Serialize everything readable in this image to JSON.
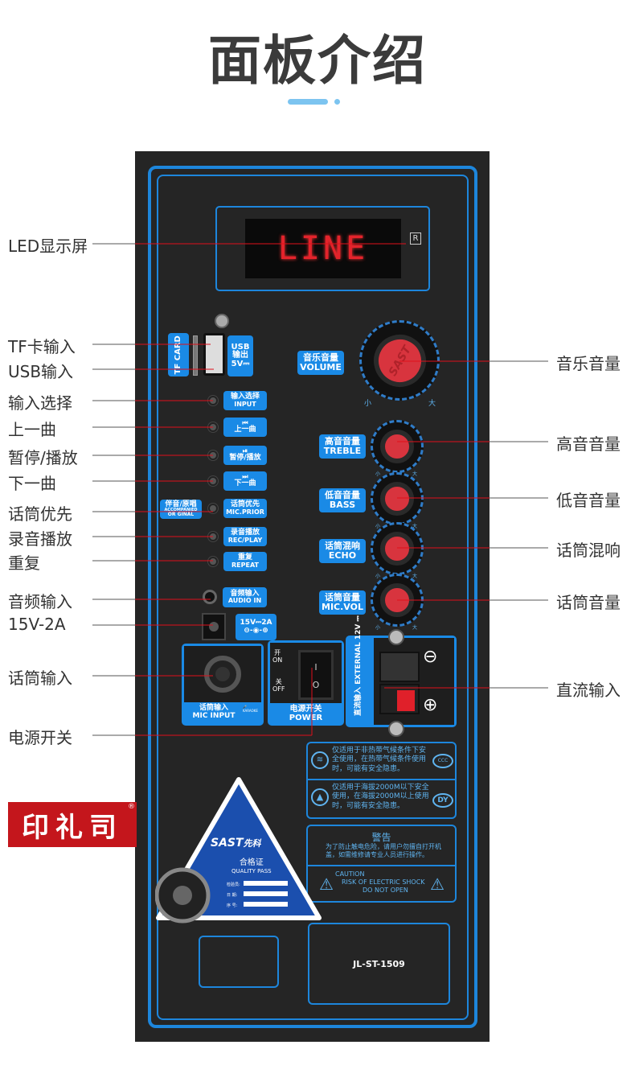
{
  "title": "面板介绍",
  "display": {
    "text": "LINE",
    "badge": "R"
  },
  "left_labels": [
    "LED显示屏",
    "TF卡输入",
    "USB输入",
    "输入选择",
    "上一曲",
    "暂停/播放",
    "下一曲",
    "话筒优先",
    "录音播放",
    "重复",
    "音频输入",
    "15V-2A",
    "话筒输入",
    "电源开关"
  ],
  "right_labels": [
    "音乐音量",
    "高音音量",
    "低音音量",
    "话筒混响",
    "话筒音量",
    "直流输入"
  ],
  "panel": {
    "tf_card": "TF CARD",
    "usb": {
      "l1": "USB",
      "l2": "输出",
      "l3": "5V⎓"
    },
    "buttons": [
      {
        "icon": "",
        "cn": "输入选择",
        "en": "INPUT"
      },
      {
        "icon": "⏮",
        "cn": "上一曲",
        "en": ""
      },
      {
        "icon": "⏯",
        "cn": "暂停/播放",
        "en": ""
      },
      {
        "icon": "⏭",
        "cn": "下一曲",
        "en": ""
      },
      {
        "icon": "",
        "cn": "话筒优先",
        "en": "MIC.PRIOR"
      },
      {
        "icon": "",
        "cn": "录音播放",
        "en": "REC/PLAY"
      },
      {
        "icon": "",
        "cn": "重复",
        "en": "REPEAT"
      }
    ],
    "accompanied": {
      "cn": "伴音/原唱",
      "en1": "ACCOMPANIED",
      "en2": "OR GINAL"
    },
    "audio_in": {
      "cn": "音频输入",
      "en": "AUDIO IN"
    },
    "dc_jack": {
      "rating": "15V⎓2A",
      "polarity": "⊖-◉-⊕"
    },
    "knobs": [
      {
        "cn": "音乐音量",
        "en": "VOLUME",
        "min": "小",
        "max": "大",
        "brand": "SAST"
      },
      {
        "cn": "高音音量",
        "en": "TREBLE",
        "min": "小",
        "max": "大"
      },
      {
        "cn": "低音音量",
        "en": "BASS",
        "min": "小",
        "max": "大"
      },
      {
        "cn": "话筒混响",
        "en": "ECHO",
        "min": "小",
        "max": "大"
      },
      {
        "cn": "话筒音量",
        "en": "MIC.VOL",
        "min": "小",
        "max": "大"
      }
    ],
    "mic_input": {
      "cn": "话筒输入",
      "en": "MIC INPUT",
      "tag": "KARAOKE"
    },
    "power": {
      "on_cn": "开",
      "on_en": "ON",
      "off_cn": "关",
      "off_en": "OFF",
      "cn": "电源开关",
      "en": "POWER",
      "mark_on": "I",
      "mark_off": "O"
    },
    "dc_input": {
      "cn": "直流输入",
      "en": "EXTERNAL 12V ⎓",
      "minus": "⊖",
      "plus": "⊕"
    },
    "notice1": {
      "text": "仅适用于非热带气候条件下安全使用，在热带气候条件使用时，可能有安全隐患。",
      "badge": "CCC"
    },
    "notice2": {
      "text": "仅适用于海拔2000M以下安全使用，在海拔2000M以上使用时，可能有安全隐患。",
      "badge": "DY"
    },
    "warning": {
      "title": "警告",
      "text": "为了防止触电危险，请用户勿擅自打开机盖，如需维修请专业人员进行操作。",
      "en1": "CAUTION",
      "en2": "RISK OF ELECTRIC SHOCK",
      "en3": "DO NOT OPEN"
    },
    "quality": {
      "brand": "SAST",
      "brand_cn": "先科",
      "title": "合格证",
      "en": "QUALITY PASS",
      "f1": "检验员:",
      "f2": "日  期:",
      "f3": "序  号:"
    },
    "model": "JL-ST-1509"
  },
  "seal": {
    "text": "印礼司",
    "mark": "®"
  }
}
